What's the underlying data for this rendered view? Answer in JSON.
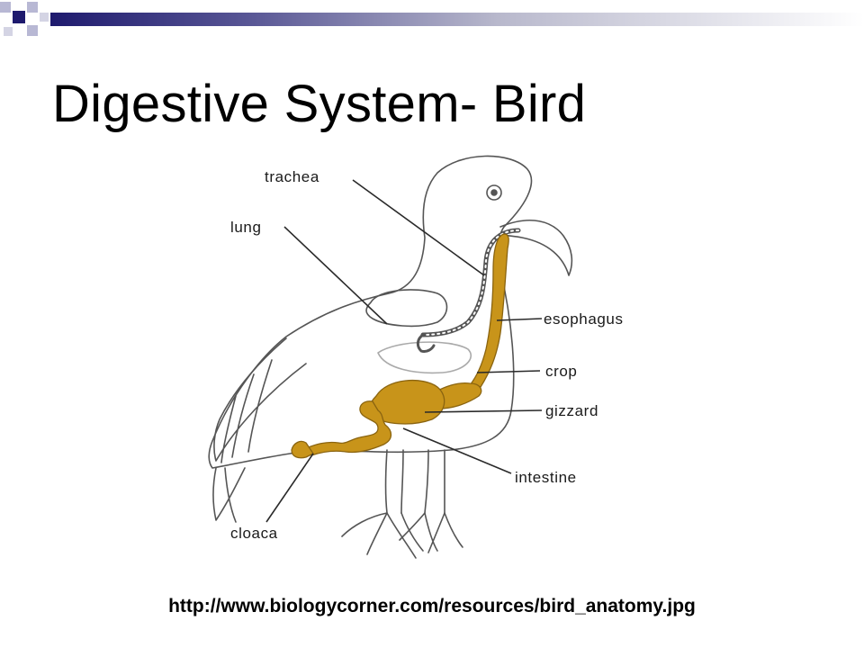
{
  "slide": {
    "title": "Digestive System- Bird",
    "source": "http://www.biologycorner.com/resources/bird_anatomy.jpg"
  },
  "diagram": {
    "labels": {
      "trachea": "trachea",
      "lung": "lung",
      "esophagus": "esophagus",
      "crop": "crop",
      "gizzard": "gizzard",
      "intestine": "intestine",
      "cloaca": "cloaca"
    },
    "colors": {
      "digestive_tract": "#c8941a",
      "outline": "#555555",
      "template_accent": "#1e1a6e"
    }
  }
}
